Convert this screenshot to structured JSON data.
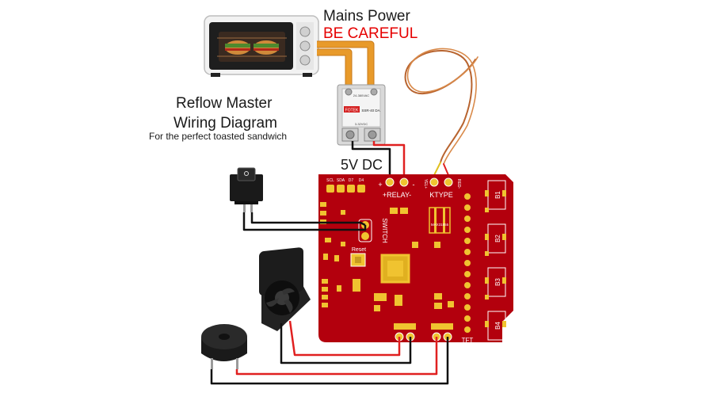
{
  "labels": {
    "mains_power": "Mains Power",
    "be_careful": "BE CAREFUL",
    "title_line1": "Reflow Master",
    "title_line2": "Wiring Diagram",
    "subtitle": "For the perfect toasted sandwich",
    "dc": "5V DC"
  },
  "relay": {
    "brand": "FOTEK",
    "model": "SSR-40 DA",
    "spec_top": "24-380VAC",
    "spec_bottom": "3-32VDC"
  },
  "board": {
    "header_pins": [
      "SCL",
      "SDA",
      "D7",
      "D4"
    ],
    "relay_label": "+RELAY-",
    "relay_plus": "+",
    "relay_minus": "-",
    "ktype_label": "KTYPE",
    "ktype_pos": "YEL+",
    "ktype_neg": "RED-",
    "switch_label": "SWITCH",
    "reset_label": "Reset",
    "chip_label": "MAX31855",
    "buttons": [
      "B1",
      "B2",
      "B3",
      "B4"
    ],
    "tft_label": "TFT"
  },
  "colors": {
    "pcb": "#b3000d",
    "pad": "#f0c330",
    "wire_red": "#e02020",
    "wire_black": "#111111",
    "mains_wire": "#e89a2a",
    "thermocouple": "#c0703a",
    "warning_text": "#e60000"
  }
}
